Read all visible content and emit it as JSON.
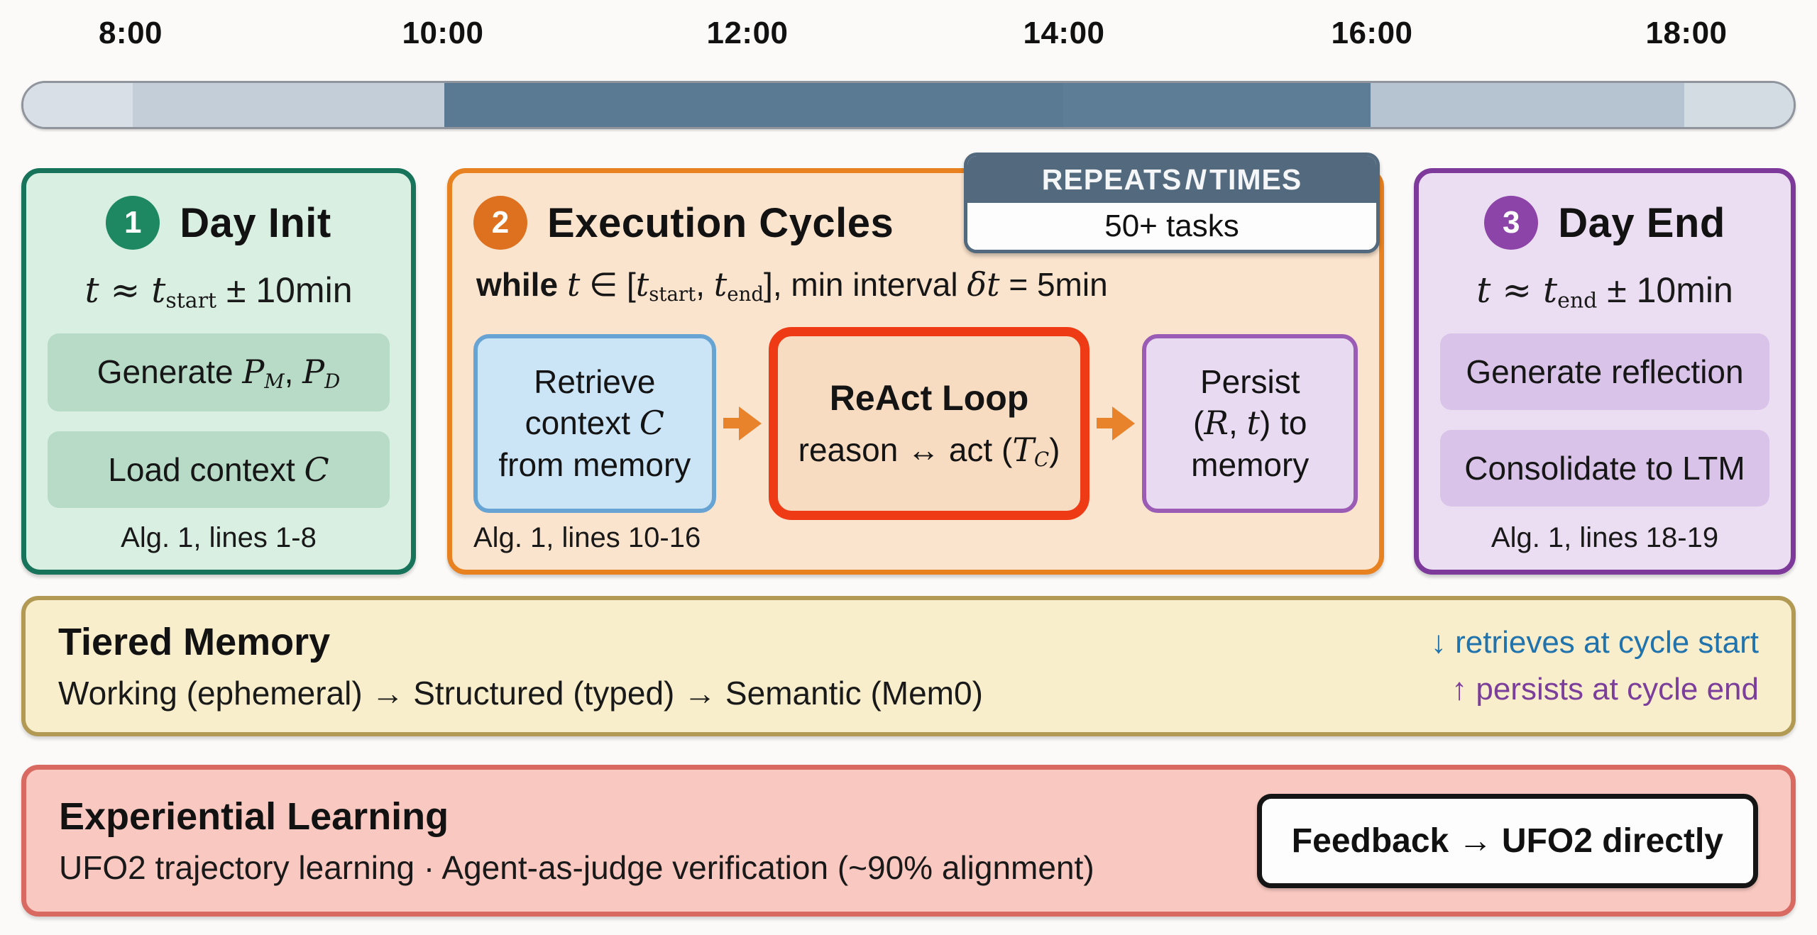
{
  "timeline": {
    "ticks": [
      "8:00",
      "10:00",
      "12:00",
      "14:00",
      "16:00",
      "18:00"
    ]
  },
  "repeats_badge": {
    "header_pre": "REPEATS",
    "header_n": "N",
    "header_post": "TIMES",
    "sub": "50+ tasks"
  },
  "day_init": {
    "number": "1",
    "title": "Day Init",
    "formula": {
      "t1": "t",
      "approx": " ≈ ",
      "t2": "t",
      "sub": "start",
      "tail": " ± 10min"
    },
    "step1": {
      "a": "Generate ",
      "p1": "P",
      "s1": "M",
      "comma": ", ",
      "p2": "P",
      "s2": "D"
    },
    "step2": {
      "a": "Load context ",
      "c": "C"
    },
    "footnote": "Alg. 1, lines 1-8"
  },
  "execution": {
    "number": "2",
    "title": "Execution Cycles",
    "while_line": {
      "kw": "while ",
      "t": "t",
      "in": " ∈ [",
      "t1": "t",
      "s1": "start",
      "comma": ", ",
      "t2": "t",
      "s2": "end",
      "close": "], ",
      "mid": "min interval ",
      "dt": "δt",
      "tail": " = 5min"
    },
    "retrieve_box": {
      "l1": "Retrieve",
      "l2a": "context ",
      "l2b": "C",
      "l3": "from memory"
    },
    "react_box": {
      "title": "ReAct Loop",
      "l2a": "reason ↔ act (",
      "l2b": "T",
      "l2c": "C",
      "l2d": ")"
    },
    "persist_box": {
      "l1": "Persist",
      "l2a": "(",
      "l2b": "R",
      "l2c": ", ",
      "l2d": "t",
      "l2e": ") to",
      "l3": "memory"
    },
    "footnote": "Alg. 1, lines 10-16"
  },
  "day_end": {
    "number": "3",
    "title": "Day End",
    "formula": {
      "t1": "t",
      "approx": " ≈ ",
      "t2": "t",
      "sub": "end",
      "tail": " ± 10min"
    },
    "step1": "Generate reflection",
    "step2": "Consolidate to LTM",
    "footnote": "Alg. 1, lines 18-19"
  },
  "tiered_memory": {
    "title": "Tiered Memory",
    "subtitle": "Working (ephemeral) → Structured (typed) → Semantic (Mem0)",
    "note_retrieve": "↓ retrieves at cycle start",
    "note_persist": "↑ persists at cycle end"
  },
  "experiential": {
    "title": "Experiential Learning",
    "subtitle": "UFO2 trajectory learning · Agent-as-judge verification (~90% alignment)",
    "feedback": "Feedback → UFO2 directly"
  },
  "colors": {
    "timeline_active": "#5a7992",
    "timeline_shoulder": "#c3ced8",
    "timeline_edge": "#d8dfe6",
    "green_border": "#17735a",
    "green_bg": "#d8efe2",
    "green_pill": "#b7dbc6",
    "green_badge": "#1d8862",
    "orange_border": "#e8811f",
    "orange_bg": "#fbe4cd",
    "orange_badge": "#dd711f",
    "slate_badge": "#52697e",
    "blue_box_bg": "#cbe5f7",
    "blue_box_border": "#67a4d4",
    "react_border": "#ee3b16",
    "react_bg": "#f7dcc2",
    "persist_bg": "#e8daf1",
    "persist_border": "#9a5cb5",
    "arrow": "#e8822b",
    "purple_border": "#7d3a9b",
    "purple_bg": "#ecdef2",
    "purple_pill": "#d9c3e8",
    "purple_badge": "#8c44a8",
    "tiered_bg": "#f8eecb",
    "tiered_border": "#b29a54",
    "note_blue": "#2173ae",
    "note_purple": "#7b3f9b",
    "exp_bg": "#f9c9c1",
    "exp_border": "#d96a61",
    "feedback_border": "#151515"
  }
}
